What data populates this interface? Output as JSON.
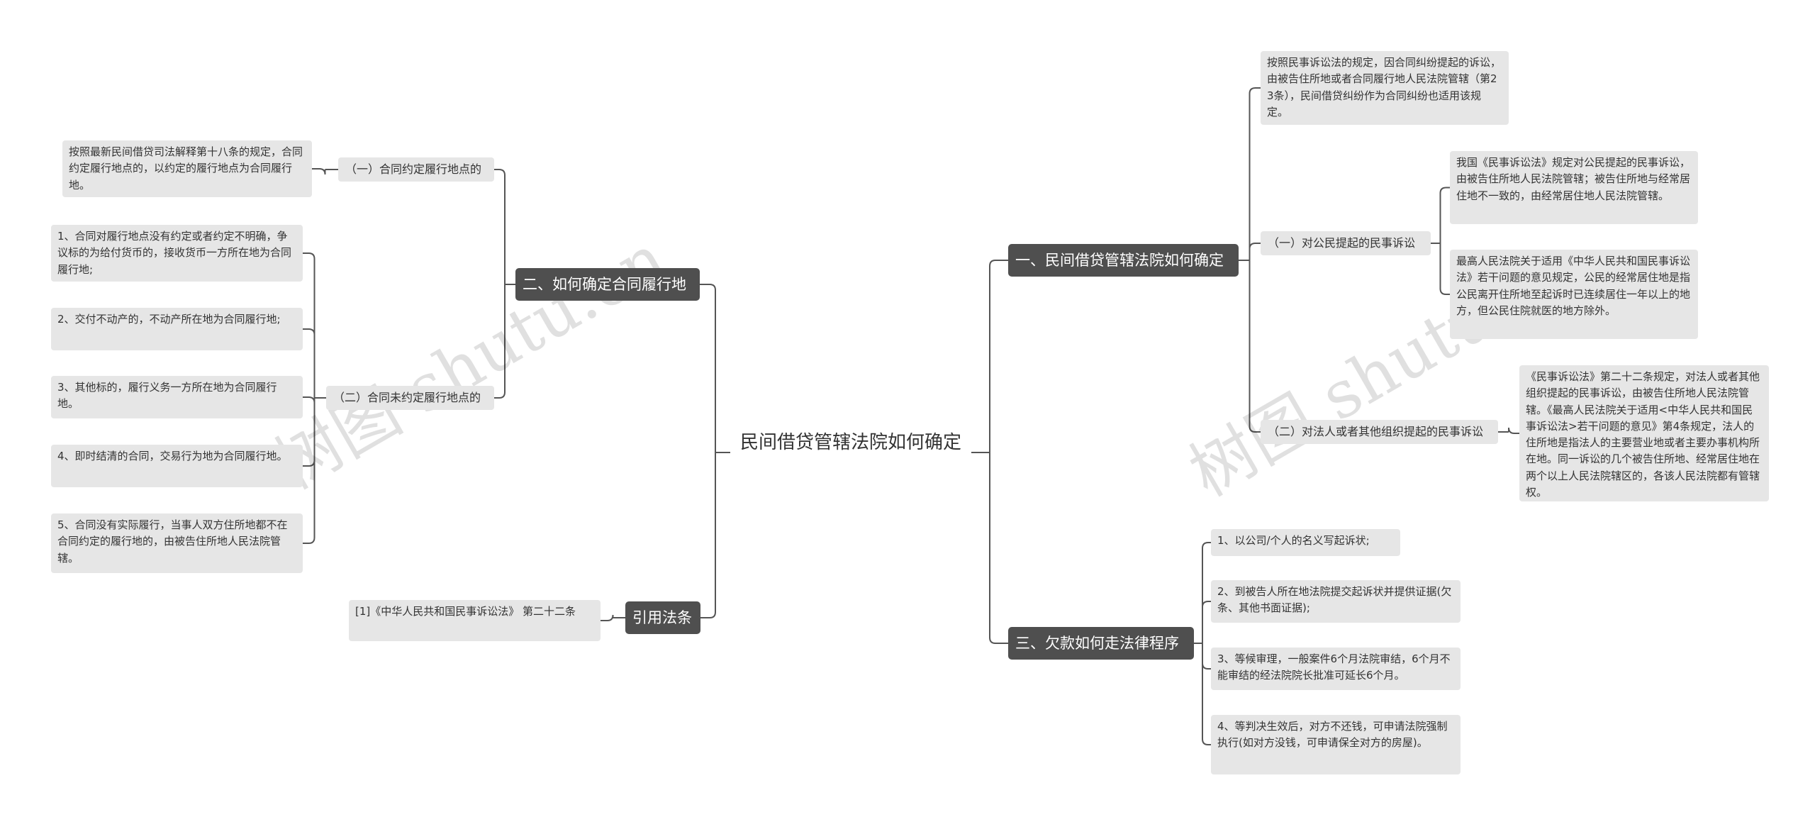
{
  "root": {
    "label": "民间借贷管辖法院如何确定"
  },
  "watermark": "树图 shutu.cn",
  "branches": {
    "b1": {
      "label": "一、民间借贷管辖法院如何确定",
      "intro": "按照民事诉讼法的规定，因合同纠纷提起的诉讼，由被告住所地或者合同履行地人民法院管辖（第23条），民间借贷纠纷作为合同纠纷也适用该规定。",
      "s1": {
        "label": "（一）对公民提起的民事诉讼",
        "leaves": [
          "我国《民事诉讼法》规定对公民提起的民事诉讼，由被告住所地人民法院管辖；被告住所地与经常居住地不一致的，由经常居住地人民法院管辖。",
          "最高人民法院关于适用《中华人民共和国民事诉讼法》若干问题的意见规定，公民的经常居住地是指公民离开住所地至起诉时已连续居住一年以上的地方，但公民住院就医的地方除外。"
        ]
      },
      "s2": {
        "label": "（二）对法人或者其他组织提起的民事诉讼",
        "leaves": [
          "《民事诉讼法》第二十二条规定，对法人或者其他组织提起的民事诉讼，由被告住所地人民法院管辖。《最高人民法院关于适用<中华人民共和国民事诉讼法>若干问题的意见》第4条规定，法人的住所地是指法人的主要营业地或者主要办事机构所在地。同一诉讼的几个被告住所地、经常居住地在两个以上人民法院辖区的，各该人民法院都有管辖权。"
        ]
      }
    },
    "b2": {
      "label": "二、如何确定合同履行地",
      "s1": {
        "label": "（一）合同约定履行地点的",
        "leaves": [
          "按照最新民间借贷司法解释第十八条的规定，合同约定履行地点的，以约定的履行地点为合同履行地。"
        ]
      },
      "s2": {
        "label": "（二）合同未约定履行地点的",
        "leaves": [
          "1、合同对履行地点没有约定或者约定不明确，争议标的为给付货币的，接收货币一方所在地为合同履行地;",
          "2、交付不动产的，不动产所在地为合同履行地;",
          "3、其他标的，履行义务一方所在地为合同履行地。",
          "4、即时结清的合同，交易行为地为合同履行地。",
          "5、合同没有实际履行，当事人双方住所地都不在合同约定的履行地的，由被告住所地人民法院管辖。"
        ]
      }
    },
    "b3": {
      "label": "三、欠款如何走法律程序",
      "leaves": [
        "1、以公司/个人的名义写起诉状;",
        "2、到被告人所在地法院提交起诉状并提供证据(欠条、其他书面证据);",
        "3、等候审理，一般案件6个月法院审结，6个月不能审结的经法院院长批准可延长6个月。",
        "4、等判决生效后，对方不还钱，可申请法院强制执行(如对方没钱，可申请保全对方的房屋)。"
      ]
    },
    "b4": {
      "label": "引用法条",
      "leaves": [
        "[1]《中华人民共和国民事诉讼法》 第二十二条"
      ]
    }
  },
  "colors": {
    "branch_fill": "#4f4f4f",
    "node_fill": "#e6e6e6",
    "line": "#555555",
    "text": "#333333"
  }
}
